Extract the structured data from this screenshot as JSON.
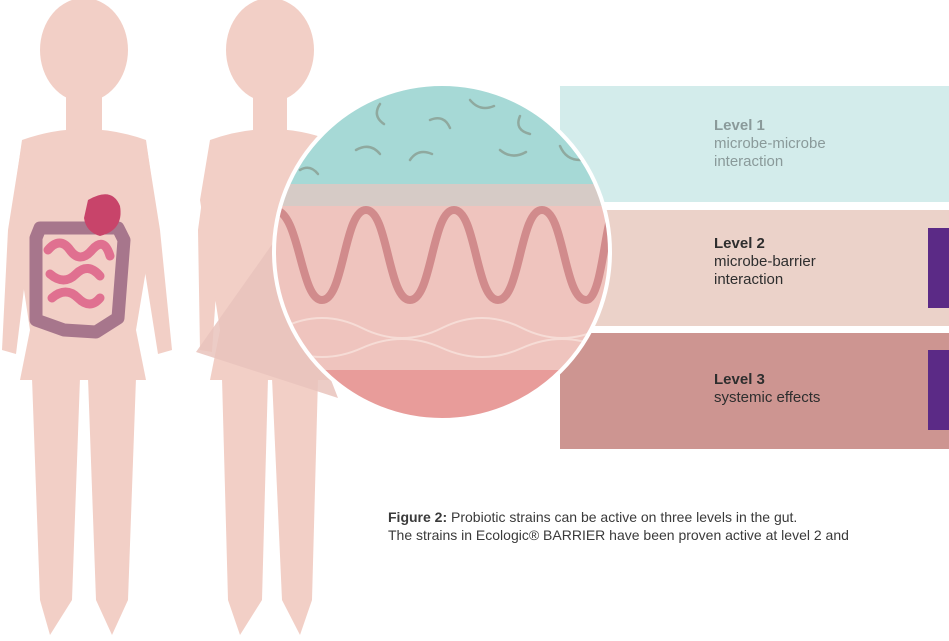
{
  "levels": [
    {
      "title": "Level 1",
      "text": "microbe-microbe interaction"
    },
    {
      "title": "Level 2",
      "text": "microbe-barrier interaction"
    },
    {
      "title": "Level 3",
      "text": "systemic effects"
    }
  ],
  "caption": {
    "label": "Figure 2:",
    "line1": "Probiotic strains can be active on three levels in the gut.",
    "line2": "The strains in Ecologic® BARRIER have been proven active at level 2 and"
  },
  "colors": {
    "body_skin": "#f2cfc6",
    "stomach": "#c8446a",
    "small_intestine": "#e07090",
    "colon": "#a7768c",
    "level1_band": "#d3eceb",
    "level2_band": "#ebd2c9",
    "level3_band": "#cd9591",
    "marker": "#5b2a86",
    "lumen": "#a6d9d6",
    "mucosa": "#efc4be",
    "deep_tissue": "#e89c9a"
  }
}
